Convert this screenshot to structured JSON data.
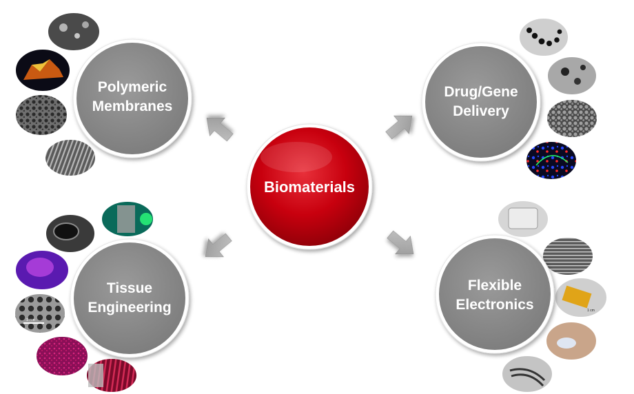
{
  "center": {
    "label": "Biomaterials",
    "color": "#c8000e"
  },
  "nodes": [
    {
      "key": "membranes",
      "line1": "Polymeric",
      "line2": "Membranes"
    },
    {
      "key": "drug",
      "line1": "Drug/Gene",
      "line2": "Delivery"
    },
    {
      "key": "tissue",
      "line1": "Tissue",
      "line2": "Engineering"
    },
    {
      "key": "electronics",
      "line1": "Flexible",
      "line2": "Electronics"
    }
  ],
  "micrograph_labels": {
    "scale_1mm": "1 mm",
    "scale_1cm": "1 cm"
  },
  "colors": {
    "node": "#8c8c8c",
    "node_border": "#e6e6e6",
    "arrow": "#a9a9a9",
    "text": "#ffffff"
  }
}
